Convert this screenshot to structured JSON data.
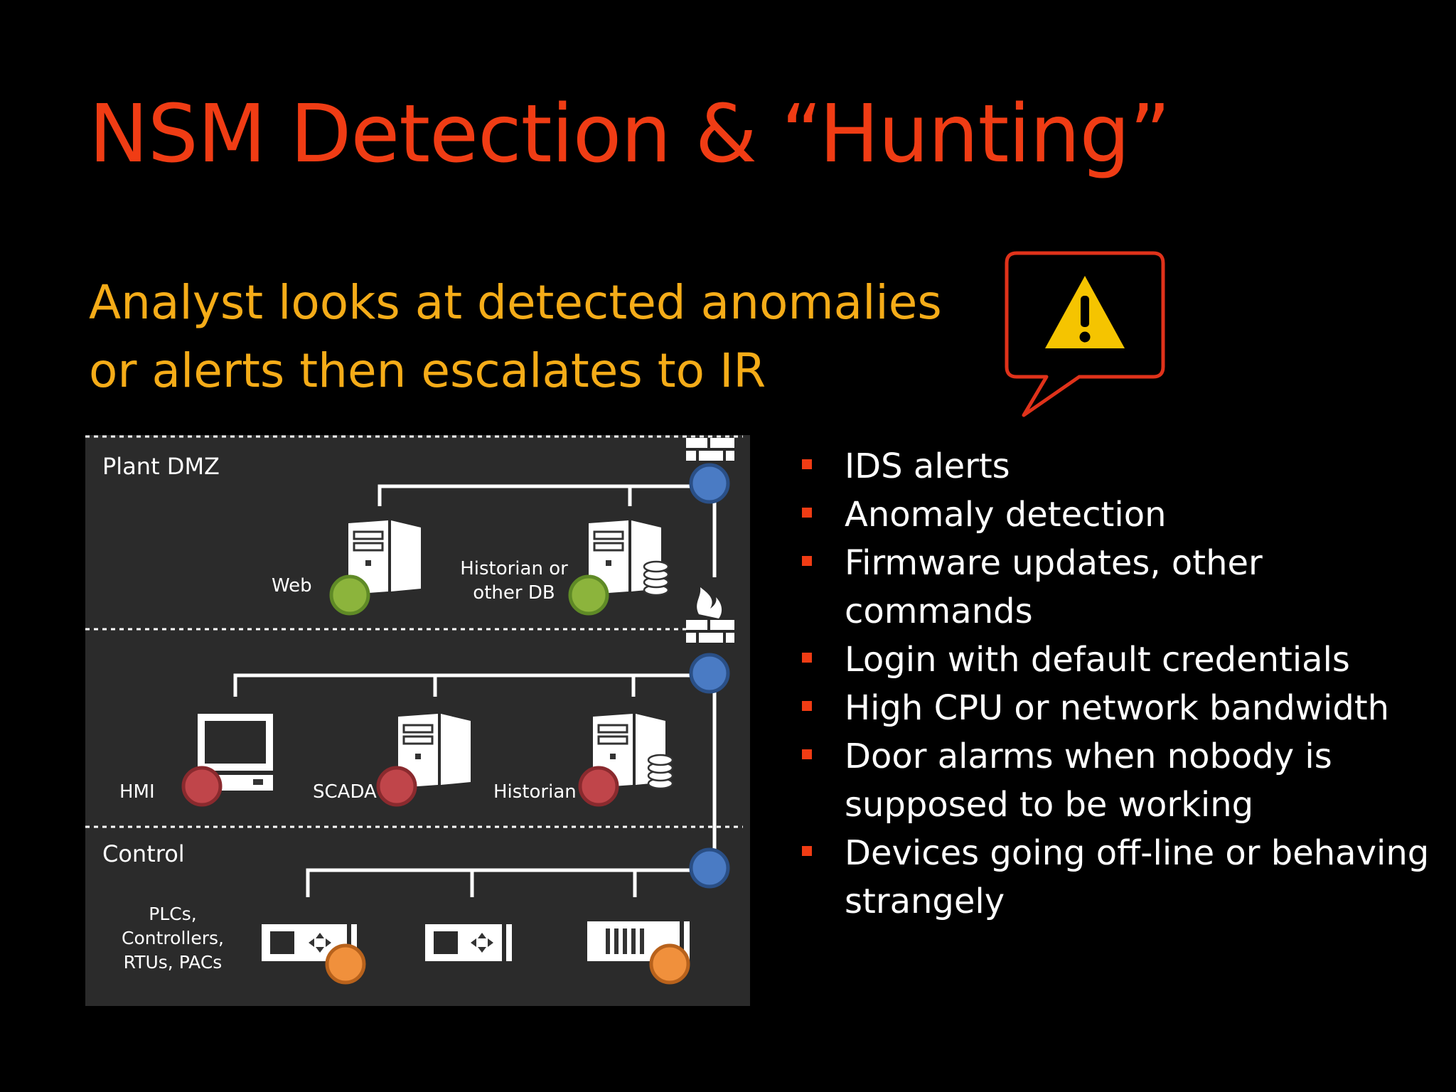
{
  "slide": {
    "title": "NSM Detection & “Hunting”",
    "subtitle_lines": [
      "Analyst looks at detected anomalies",
      "or alerts then escalates to IR"
    ],
    "colors": {
      "title": "#f03c14",
      "subtitle": "#f5ac18",
      "bullet_marker": "#f03c14"
    }
  },
  "alert_icon": {
    "icon": "warning-speech-bubble-icon"
  },
  "diagram": {
    "zones": [
      "Plant DMZ",
      "",
      "Control"
    ],
    "devices": {
      "web": "Web",
      "historian_db_line1": "Historian or",
      "historian_db_line2": "other DB",
      "hmi": "HMI",
      "scada": "SCADA",
      "historian": "Historian",
      "plcs_line1": "PLCs,",
      "plcs_line2": "Controllers,",
      "plcs_line3": "RTUs, PACs"
    },
    "node_colors": {
      "network": "#4a7bc4",
      "dmz": "#8cb43c",
      "supervisory": "#c0454a",
      "control": "#f0903c"
    }
  },
  "bullets": [
    "IDS alerts",
    "Anomaly detection",
    "Firmware updates, other commands",
    "Login with default credentials",
    "High CPU or network bandwidth",
    "Door alarms when nobody is supposed to be working",
    "Devices going off-line or behaving strangely"
  ]
}
